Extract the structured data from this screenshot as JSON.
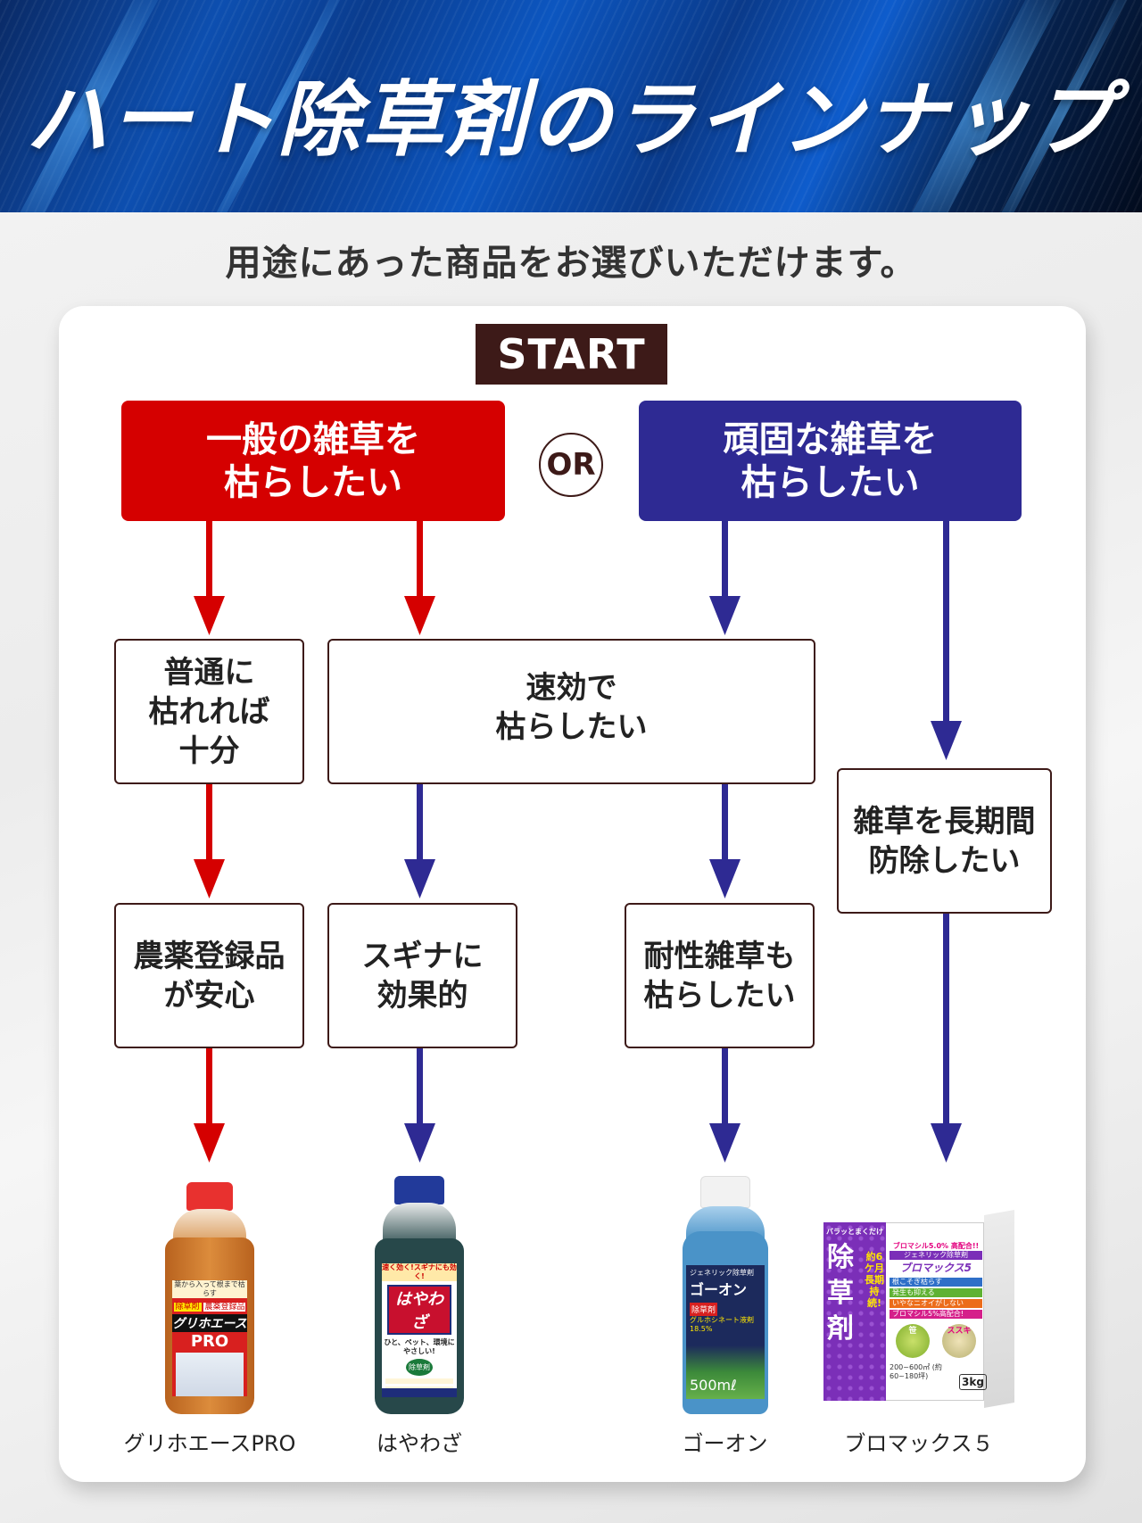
{
  "header": {
    "title": "ハート除草剤のラインナップ"
  },
  "subtitle": "用途にあった商品をお選びいただけます。",
  "flowchart": {
    "start_label": "START",
    "or_label": "OR",
    "colors": {
      "red": "#d50000",
      "blue": "#2e2a93",
      "dark_brown": "#3d1a18"
    },
    "top_choices": [
      {
        "lines": [
          "一般の雑草を",
          "枯らしたい"
        ],
        "color": "red"
      },
      {
        "lines": [
          "頑固な雑草を",
          "枯らしたい"
        ],
        "color": "blue"
      }
    ],
    "questions": {
      "ordinary": [
        "普通に",
        "枯れれば",
        "十分"
      ],
      "fast": [
        "速効で",
        "枯らしたい"
      ],
      "long_term": [
        "雑草を長期間",
        "防除したい"
      ],
      "registered": [
        "農薬登録品",
        "が安心"
      ],
      "sugina": [
        "スギナに",
        "効果的"
      ],
      "resistant": [
        "耐性雑草も",
        "枯らしたい"
      ]
    }
  },
  "products": [
    {
      "name": "グリホエースPRO",
      "label_texts": [
        "葉から入って根まで枯らす",
        "除草剤",
        "農薬登録品",
        "グリホエース",
        "PRO"
      ],
      "colors": {
        "cap": "#e8312f",
        "liquid": "#c9782e",
        "label": "#d8201f"
      }
    },
    {
      "name": "はやわざ",
      "label_texts": [
        "速く効く!スギナにも効く!",
        "はやわざ",
        "ひと、ペット、環境にやさしい!",
        "除草剤"
      ],
      "colors": {
        "cap": "#223a9a",
        "liquid": "#27484a",
        "label": "#ffffff"
      }
    },
    {
      "name": "ゴーオン",
      "label_texts": [
        "ジェネリック除草剤",
        "ゴーオン",
        "除草剤",
        "グルホシネート液剤 18.5%",
        "500mℓ"
      ],
      "colors": {
        "cap": "#f2f2f2",
        "liquid": "#4a93c8",
        "label": "#1c2a5c"
      }
    },
    {
      "name": "ブロマックス５",
      "label_texts": [
        "バラッとまくだけ",
        "除草剤",
        "約6ケ月 長期持続!",
        "ブロマシル5.0% 高配合!!",
        "ジェネリック除草剤",
        "ブロマックス5",
        "根こそぎ枯らす",
        "発生も抑える",
        "いやなニオイがしない",
        "ブロマシル5%高配合!",
        "笹",
        "ススキ",
        "200~600㎡ (約60~180坪)",
        "3kg"
      ],
      "colors": {
        "purple": "#7b2fb8",
        "box": "#ffffff"
      }
    }
  ]
}
